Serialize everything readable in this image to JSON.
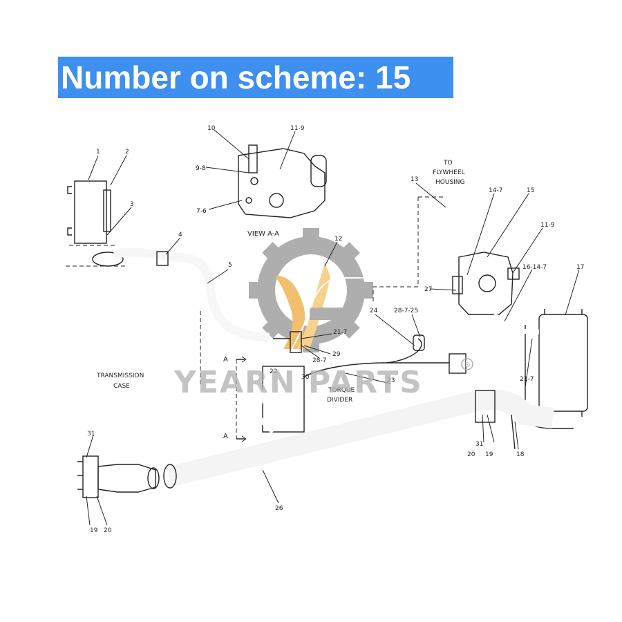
{
  "banner": {
    "text": "Number on scheme: 15"
  },
  "watermark": {
    "text": "YEARN PARTS",
    "mark": "®"
  },
  "texts": {
    "view_label": "VIEW A-A",
    "to_flywheel_1": "TO",
    "to_flywheel_2": "FLYWHEEL",
    "to_flywheel_3": "HOUSING",
    "transmission_1": "TRANSMISSION",
    "transmission_2": "CASE",
    "torque_1": "TORQUE",
    "torque_2": "DIVIDER",
    "section_a_top": "A",
    "section_a_bottom": "A"
  },
  "callouts": {
    "c1": "1",
    "c2": "2",
    "c3": "3",
    "c4": "4",
    "c5": "5",
    "c10": "10",
    "c11_9_top": "11-9",
    "c9_8": "9-8",
    "c7_6": "7-6",
    "c12": "12",
    "c13": "13",
    "c14_7": "14-7",
    "c15": "15",
    "c11_9_right": "11-9",
    "c16_14_7": "16-14-7",
    "c17": "17",
    "c27": "27",
    "c24": "24",
    "c28_7_25": "28-7-25",
    "c21_7_mid": "21-7",
    "c28_7": "28-7",
    "c29": "29",
    "c30": "30",
    "c22": "22",
    "c23": "23",
    "c21_7_right": "21-7",
    "c31_right": "31",
    "c20_right": "20",
    "c19_right": "19",
    "c18": "18",
    "c26": "26",
    "c31_left": "31",
    "c19_left": "19",
    "c20_left": "20"
  }
}
